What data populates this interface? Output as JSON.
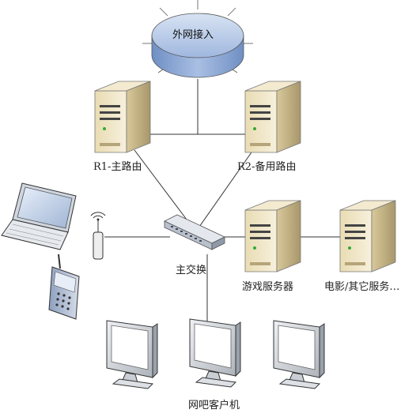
{
  "diagram": {
    "nodes": {
      "internet": {
        "label": "外网接入"
      },
      "router_main": {
        "label": "R1-主路由"
      },
      "router_backup": {
        "label": "R2-备用路由"
      },
      "switch": {
        "label": "主交换"
      },
      "game_server": {
        "label": "游戏服务器"
      },
      "movie_server": {
        "label": "电影/其它服务…"
      },
      "clients": {
        "label": "网吧客户机"
      },
      "laptop": {
        "icon": "laptop-icon"
      },
      "phone": {
        "icon": "mobile-phone-icon"
      },
      "wifi_ap": {
        "icon": "wireless-ap-icon"
      }
    },
    "colors": {
      "cylinder_top": "#b9cbe6",
      "cylinder_side": "#8aa6d3",
      "server_front": "#f4ebcf",
      "server_side": "#c9b98a",
      "monitor_frame": "#d9dde2",
      "screen": "#ffffff",
      "line": "#333333"
    }
  }
}
